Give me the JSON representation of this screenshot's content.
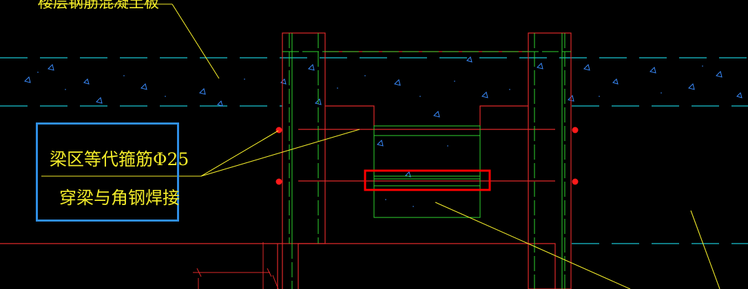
{
  "annotation": {
    "line1": "梁区等代箍筋Φ25",
    "line2": "穿梁与角钢焊接"
  },
  "top_label": "楼层钢筋混凝土板",
  "colors": {
    "background": "#000000",
    "outline": "#e12a2a",
    "rebar": "#2fd62f",
    "leader": "#f3ec2a",
    "axis": "#19c8d6",
    "hatch": "#3a8cff",
    "callout_box": "#2f8fe6",
    "highlight": "#ff0000"
  }
}
